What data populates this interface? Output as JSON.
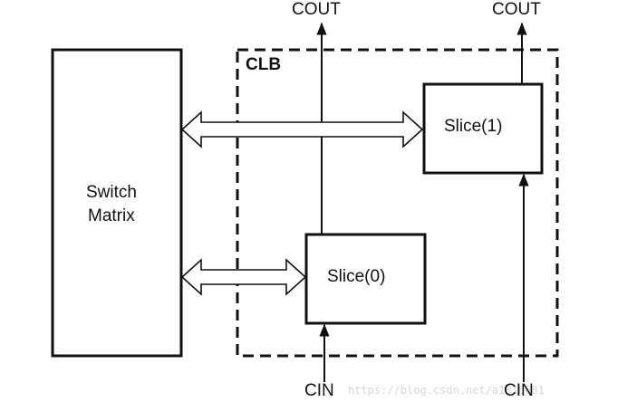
{
  "diagram": {
    "switch_matrix": {
      "line1": "Switch",
      "line2": "Matrix"
    },
    "clb_label": "CLB",
    "slice0_label": "Slice(0)",
    "slice1_label": "Slice(1)",
    "cout_left": "COUT",
    "cout_right": "COUT",
    "cin_left": "CIN",
    "cin_right": "CIN"
  },
  "watermark": "https://blog.csdn.net/a1816681",
  "colors": {
    "stroke": "#111111",
    "background": "#ffffff"
  }
}
